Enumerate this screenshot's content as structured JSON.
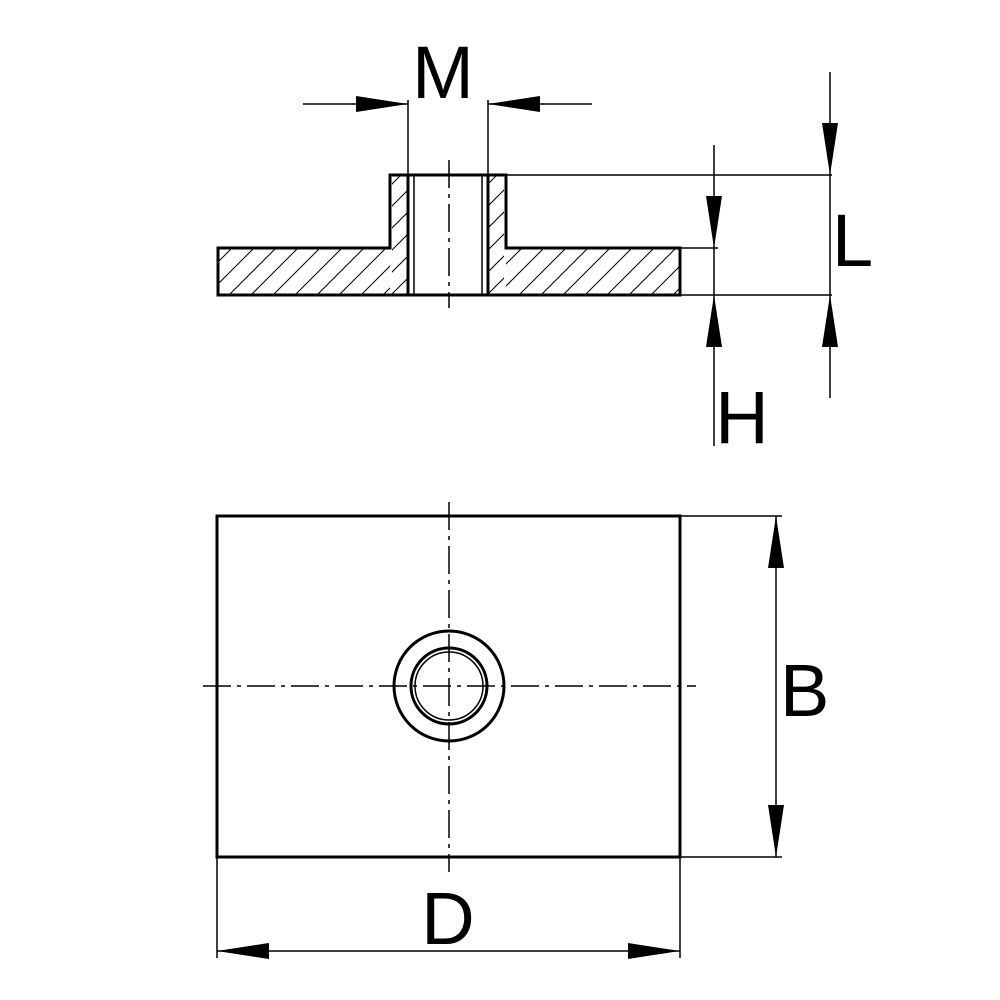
{
  "drawing": {
    "labels": {
      "m": "M",
      "l": "L",
      "h": "H",
      "b": "B",
      "d": "D"
    },
    "line_color": "#000000",
    "background": "#ffffff"
  }
}
